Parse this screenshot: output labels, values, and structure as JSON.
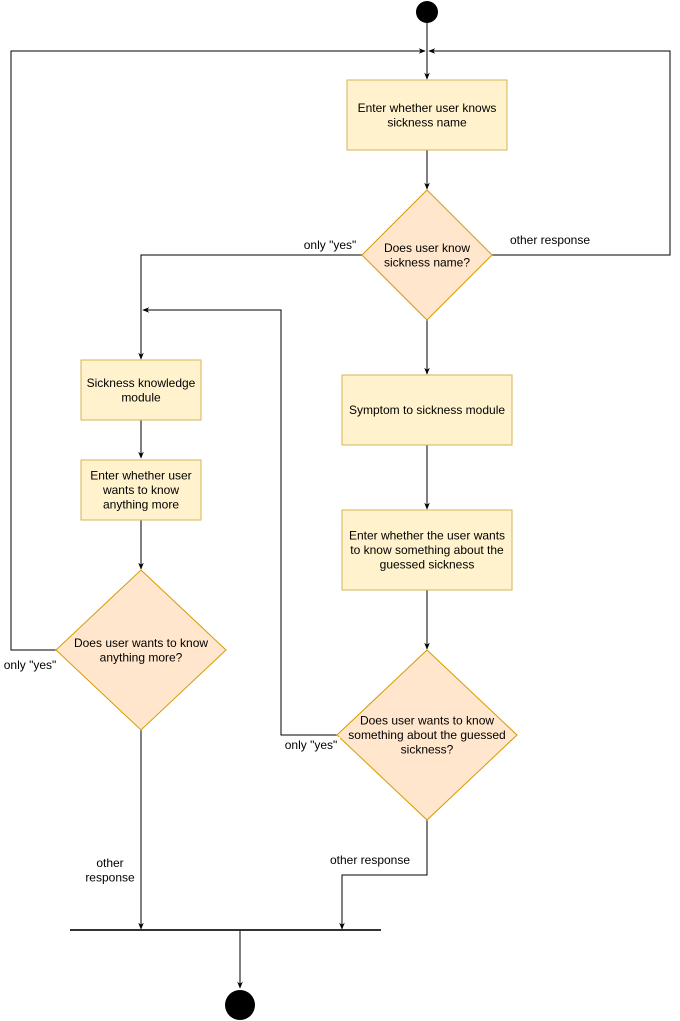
{
  "colors": {
    "process_fill": "#fff2cc",
    "process_stroke": "#d6b656",
    "decision_fill": "#ffe6cc",
    "decision_stroke": "#d79b00",
    "line": "#000000",
    "terminal": "#000000"
  },
  "nodes": {
    "enter_knows_name": [
      "Enter whether user knows",
      "sickness name"
    ],
    "knows_name_decision": [
      "Does user know",
      "sickness name?"
    ],
    "sickness_knowledge": [
      "Sickness knowledge",
      "module"
    ],
    "enter_more": [
      "Enter whether user",
      "wants to know",
      "anything more"
    ],
    "more_decision": [
      "Does user wants to know",
      "anything more?"
    ],
    "symptom_module": [
      "Symptom to sickness module"
    ],
    "enter_guessed": [
      "Enter whether the user wants",
      "to know something about the",
      "guessed sickness"
    ],
    "guessed_decision": [
      "Does user wants to know",
      "something about the guessed",
      "sickness?"
    ]
  },
  "edge_labels": {
    "only_yes_top": "only \"yes\"",
    "other_response_top": "other response",
    "only_yes_left": "only \"yes\"",
    "only_yes_right": "only \"yes\"",
    "other_response_left": [
      "other",
      "response"
    ],
    "other_response_right": "other response"
  }
}
